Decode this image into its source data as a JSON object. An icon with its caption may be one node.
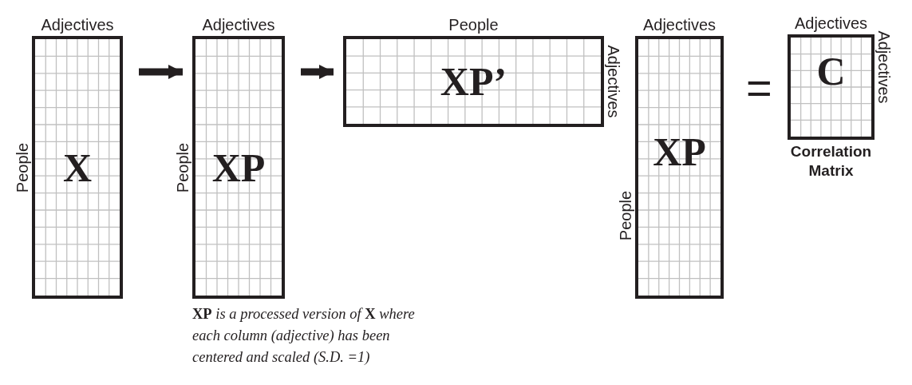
{
  "diagram": {
    "nodes": [
      {
        "text": [
          "Adjectives",
          "People",
          "X"
        ]
      },
      {
        "text": [
          "Adjectives",
          "People",
          "XP"
        ],
        "beside": [
          "**XP** is a processed version of **X** where each column (adjective) has been centered and scaled (S.D. =1)"
        ]
      },
      {
        "text": [
          "People",
          "Adjectives",
          "XP’"
        ]
      },
      {
        "text": [
          "Adjectives",
          "People",
          "XP"
        ]
      },
      {
        "text": [
          "Adjectives",
          "Adjectives",
          "C"
        ],
        "beside": [
          "Correlation Matrix"
        ]
      }
    ],
    "edges": [
      {
        "from": 0,
        "to": 1,
        "arrow": "to"
      },
      {
        "from": 1,
        "to": 2,
        "arrow": "to"
      }
    ],
    "labels": [
      "="
    ]
  }
}
